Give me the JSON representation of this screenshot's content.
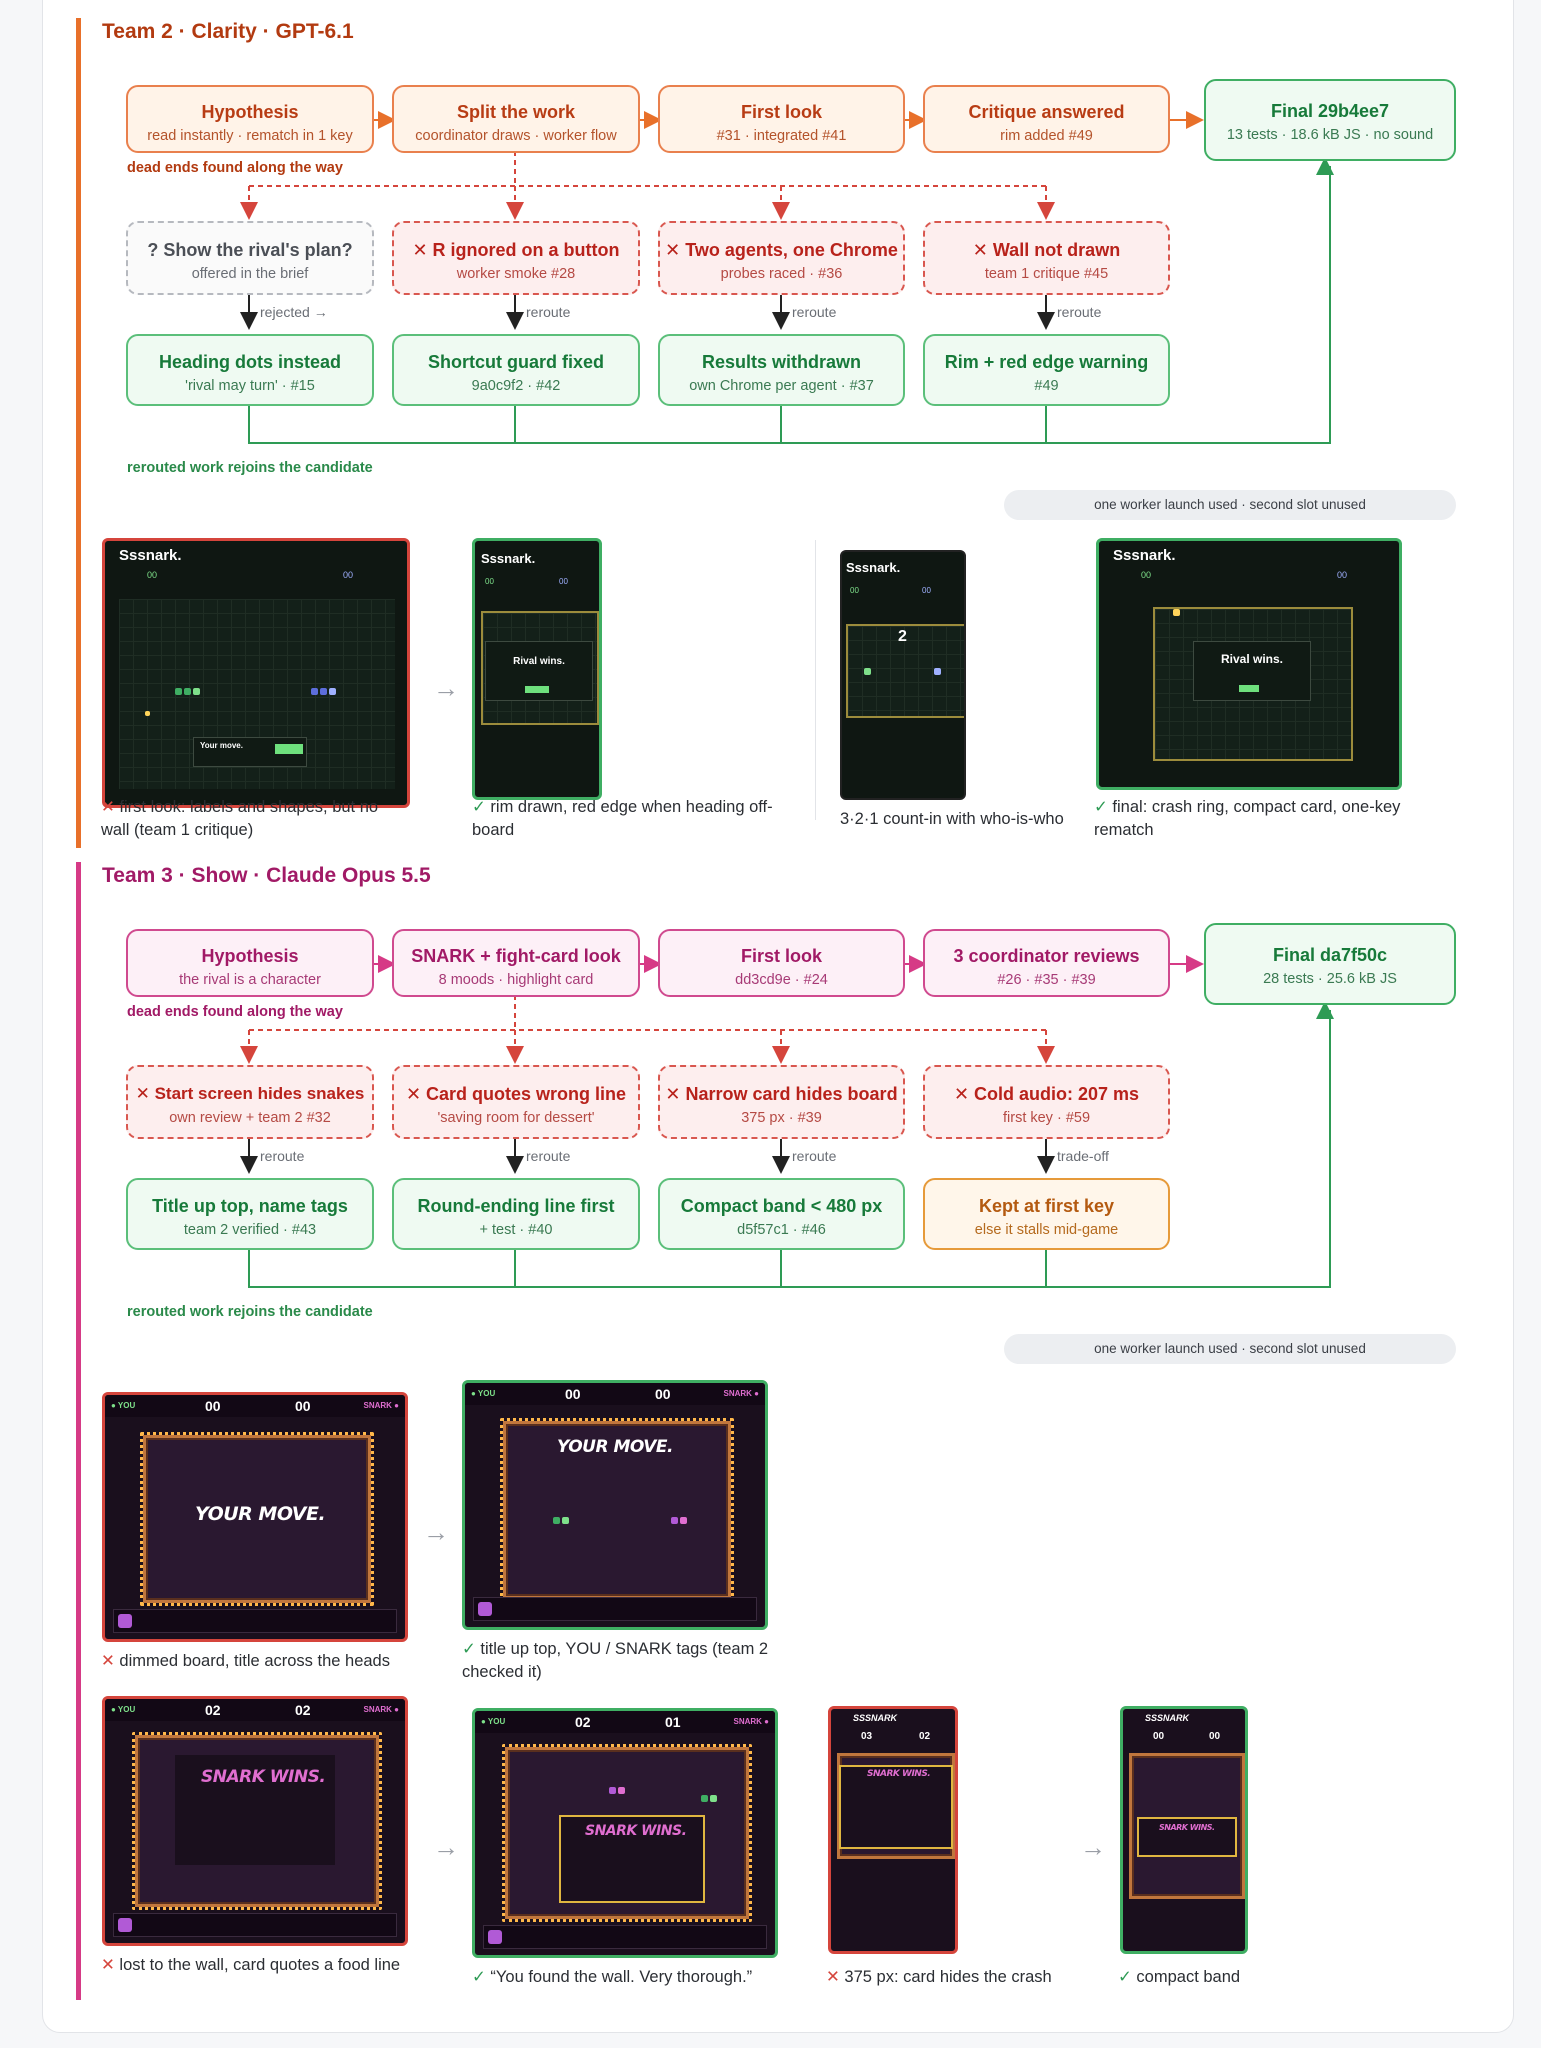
{
  "team2": {
    "title": "Team 2 · Clarity · GPT-6.1",
    "accent": "#e8702a",
    "top": [
      {
        "t": "Hypothesis",
        "s": "read instantly · rematch in 1 key"
      },
      {
        "t": "Split the work",
        "s": "coordinator draws · worker flow"
      },
      {
        "t": "First look",
        "s": "#31 · integrated #41"
      },
      {
        "t": "Critique answered",
        "s": "rim added #49"
      }
    ],
    "final": {
      "t": "Final 29b4ee7",
      "s": "13 tests · 18.6 kB JS · no sound"
    },
    "dead_label": "dead ends found along the way",
    "dead": [
      {
        "t": "? Show the rival's plan?",
        "s": "offered in the brief"
      },
      {
        "t": "✕ R ignored on a button",
        "s": "worker smoke #28"
      },
      {
        "t": "✕ Two agents, one Chrome",
        "s": "probes raced · #36"
      },
      {
        "t": "✕ Wall not drawn",
        "s": "team 1 critique #45"
      }
    ],
    "links": [
      "rejected →",
      "reroute",
      "reroute",
      "reroute"
    ],
    "fix": [
      {
        "t": "Heading dots instead",
        "s": "'rival may turn' · #15"
      },
      {
        "t": "Shortcut guard fixed",
        "s": "9a0c9f2 · #42"
      },
      {
        "t": "Results withdrawn",
        "s": "own Chrome per agent · #37"
      },
      {
        "t": "Rim + red edge warning",
        "s": "#49"
      }
    ],
    "rejoin": "rerouted work rejoins the candidate",
    "pill": "one worker launch used · second slot unused",
    "shots": {
      "logo": "Sssnark.",
      "rival_wins": "Rival wins.",
      "your_move": "Your move.",
      "countdown": "2",
      "score": "00"
    },
    "captions": [
      {
        "mark": "✕",
        "text": "first look: labels and shapes, but no wall (team 1 critique)"
      },
      {
        "mark": "✓",
        "text": "rim drawn, red edge when heading off-board"
      },
      {
        "mark": "",
        "text": "3·2·1 count-in with who-is-who"
      },
      {
        "mark": "✓",
        "text": "final: crash ring, compact card, one-key rematch"
      }
    ]
  },
  "team3": {
    "title": "Team 3 · Show · Claude Opus 5.5",
    "accent": "#d63a86",
    "top": [
      {
        "t": "Hypothesis",
        "s": "the rival is a character"
      },
      {
        "t": "SNARK + fight-card look",
        "s": "8 moods · highlight card"
      },
      {
        "t": "First look",
        "s": "dd3cd9e · #24"
      },
      {
        "t": "3 coordinator reviews",
        "s": "#26 · #35 · #39"
      }
    ],
    "final": {
      "t": "Final da7f50c",
      "s": "28 tests · 25.6 kB JS"
    },
    "dead_label": "dead ends found along the way",
    "dead": [
      {
        "t": "✕ Start screen hides snakes",
        "s": "own review + team 2 #32"
      },
      {
        "t": "✕ Card quotes wrong line",
        "s": "'saving room for dessert'"
      },
      {
        "t": "✕ Narrow card hides board",
        "s": "375 px · #39"
      },
      {
        "t": "✕ Cold audio: 207 ms",
        "s": "first key · #59"
      }
    ],
    "links": [
      "reroute",
      "reroute",
      "reroute",
      "trade-off"
    ],
    "fix": [
      {
        "t": "Title up top, name tags",
        "s": "team 2 verified · #43"
      },
      {
        "t": "Round-ending line first",
        "s": "+ test · #40"
      },
      {
        "t": "Compact band < 480 px",
        "s": "d5f57c1 · #46"
      },
      {
        "t": "Kept at first key",
        "s": "else it stalls mid-game"
      }
    ],
    "rejoin": "rerouted work rejoins the candidate",
    "pill": "one worker launch used · second slot unused",
    "shots": {
      "your_move": "YOUR MOVE.",
      "snark_wins": "SNARK WINS.",
      "you": "● YOU",
      "snark": "SNARK ●",
      "s00": "00",
      "s02": "02",
      "s01": "01",
      "s03": "03",
      "logo": "SSSNARK"
    },
    "captions": [
      {
        "mark": "✕",
        "text": "dimmed board, title across the heads"
      },
      {
        "mark": "✓",
        "text": "title up top, YOU / SNARK tags (team 2 checked it)"
      },
      {
        "mark": "✕",
        "text": "lost to the wall, card quotes a food line"
      },
      {
        "mark": "✓",
        "text": "“You found the wall. Very thorough.”"
      },
      {
        "mark": "✕",
        "text": "375 px: card hides the crash"
      },
      {
        "mark": "✓",
        "text": "compact band"
      }
    ]
  }
}
